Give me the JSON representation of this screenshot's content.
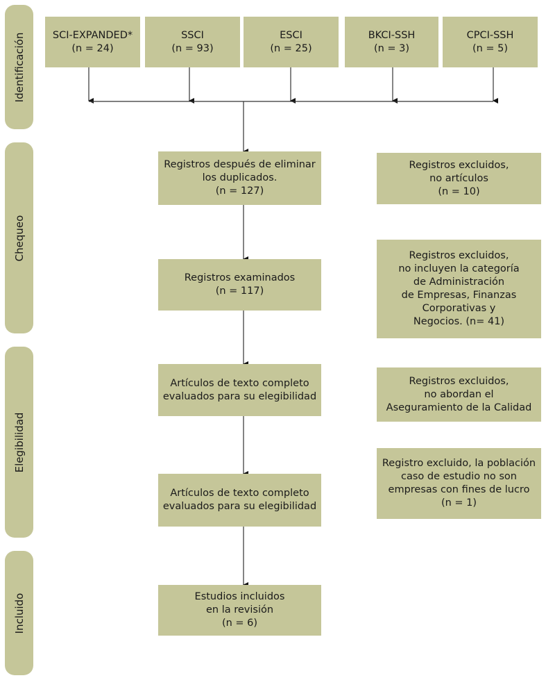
{
  "colors": {
    "box": "#c5c699",
    "line": "#333333"
  },
  "phases": [
    "Identificación",
    "Chequeo",
    "Elegibilidad",
    "Incluido"
  ],
  "sources": [
    {
      "name": "SCI-EXPANDED*",
      "n": "(n = 24)"
    },
    {
      "name": "SSCI",
      "n": "(n = 93)"
    },
    {
      "name": "ESCI",
      "n": "(n = 25)"
    },
    {
      "name": "BKCI-SSH",
      "n": "(n = 3)"
    },
    {
      "name": "CPCI-SSH",
      "n": "(n = 5)"
    }
  ],
  "main": [
    "Registros después de eliminar\nlos duplicados.\n(n = 127)",
    "Registros examinados\n(n = 117)",
    "Artículos de texto completo\nevaluados para su elegibilidad",
    "Artículos de texto completo\nevaluados para su elegibilidad",
    "Estudios incluidos\nen la revisión\n(n = 6)"
  ],
  "excluded": [
    "Registros excluidos,\nno artículos\n(n = 10)",
    "Registros excluidos,\nno incluyen la categoría\nde Administración\nde Empresas, Finanzas\nCorporativas y\nNegocios. (n= 41)",
    "Registros excluidos,\nno abordan el\nAseguramiento de la Calidad",
    "Registro excluido, la población\ncaso de estudio no son\nempresas con fines de lucro\n(n = 1)"
  ]
}
